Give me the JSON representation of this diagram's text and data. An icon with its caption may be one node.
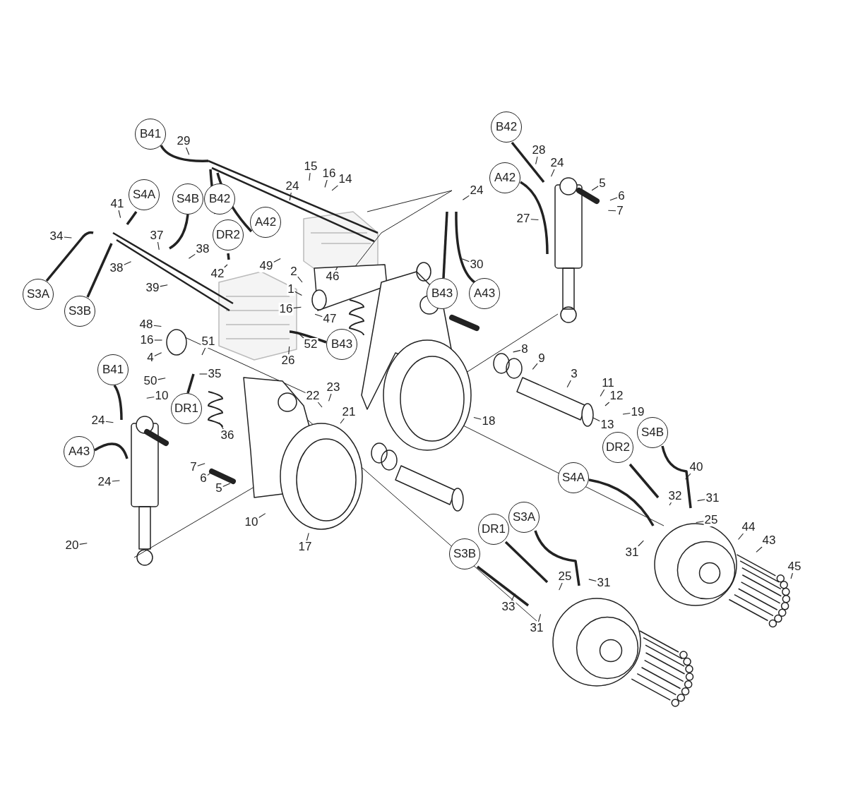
{
  "diagram": {
    "nodes": [
      {
        "text": [
          "B41"
        ]
      },
      {
        "text": [
          "B42"
        ]
      },
      {
        "text": [
          "S4A"
        ]
      },
      {
        "text": [
          "S4B"
        ]
      },
      {
        "text": [
          "B42"
        ]
      },
      {
        "text": [
          "A42"
        ]
      },
      {
        "text": [
          "A42"
        ]
      },
      {
        "text": [
          "DR2"
        ]
      },
      {
        "text": [
          "S3A"
        ]
      },
      {
        "text": [
          "S3B"
        ]
      },
      {
        "text": [
          "B43"
        ]
      },
      {
        "text": [
          "A43"
        ]
      },
      {
        "text": [
          "B43"
        ]
      },
      {
        "text": [
          "B41"
        ]
      },
      {
        "text": [
          "DR1"
        ]
      },
      {
        "text": [
          "A43"
        ]
      },
      {
        "text": [
          "DR2"
        ]
      },
      {
        "text": [
          "S4B"
        ]
      },
      {
        "text": [
          "S4A"
        ]
      },
      {
        "text": [
          "S3A"
        ]
      },
      {
        "text": [
          "DR1"
        ]
      },
      {
        "text": [
          "S3B"
        ]
      },
      {
        "text": [
          "29"
        ]
      },
      {
        "text": [
          "15"
        ]
      },
      {
        "text": [
          "16"
        ]
      },
      {
        "text": [
          "14"
        ]
      },
      {
        "text": [
          "24"
        ]
      },
      {
        "text": [
          "28"
        ]
      },
      {
        "text": [
          "24"
        ]
      },
      {
        "text": [
          "24"
        ]
      },
      {
        "text": [
          "5"
        ]
      },
      {
        "text": [
          "6"
        ]
      },
      {
        "text": [
          "7"
        ]
      },
      {
        "text": [
          "41"
        ]
      },
      {
        "text": [
          "34"
        ]
      },
      {
        "text": [
          "37"
        ]
      },
      {
        "text": [
          "27"
        ]
      },
      {
        "text": [
          "38"
        ]
      },
      {
        "text": [
          "38"
        ]
      },
      {
        "text": [
          "49"
        ]
      },
      {
        "text": [
          "30"
        ]
      },
      {
        "text": [
          "42"
        ]
      },
      {
        "text": [
          "2"
        ]
      },
      {
        "text": [
          "46"
        ]
      },
      {
        "text": [
          "39"
        ]
      },
      {
        "text": [
          "1"
        ]
      },
      {
        "text": [
          "16"
        ]
      },
      {
        "text": [
          "47"
        ]
      },
      {
        "text": [
          "48"
        ]
      },
      {
        "text": [
          "16"
        ]
      },
      {
        "text": [
          "52"
        ]
      },
      {
        "text": [
          "4"
        ]
      },
      {
        "text": [
          "51"
        ]
      },
      {
        "text": [
          "26"
        ]
      },
      {
        "text": [
          "8"
        ]
      },
      {
        "text": [
          "9"
        ]
      },
      {
        "text": [
          "50"
        ]
      },
      {
        "text": [
          "35"
        ]
      },
      {
        "text": [
          "3"
        ]
      },
      {
        "text": [
          "11"
        ]
      },
      {
        "text": [
          "12"
        ]
      },
      {
        "text": [
          "19"
        ]
      },
      {
        "text": [
          "13"
        ]
      },
      {
        "text": [
          "18"
        ]
      },
      {
        "text": [
          "22"
        ]
      },
      {
        "text": [
          "23"
        ]
      },
      {
        "text": [
          "21"
        ]
      },
      {
        "text": [
          "10"
        ]
      },
      {
        "text": [
          "36"
        ]
      },
      {
        "text": [
          "24"
        ]
      },
      {
        "text": [
          "7"
        ]
      },
      {
        "text": [
          "6"
        ]
      },
      {
        "text": [
          "5"
        ]
      },
      {
        "text": [
          "24"
        ]
      },
      {
        "text": [
          "10"
        ]
      },
      {
        "text": [
          "17"
        ]
      },
      {
        "text": [
          "20"
        ]
      },
      {
        "text": [
          "40"
        ]
      },
      {
        "text": [
          "32"
        ]
      },
      {
        "text": [
          "31"
        ]
      },
      {
        "text": [
          "25"
        ]
      },
      {
        "text": [
          "31"
        ]
      },
      {
        "text": [
          "44"
        ]
      },
      {
        "text": [
          "43"
        ]
      },
      {
        "text": [
          "45"
        ]
      },
      {
        "text": [
          "25"
        ]
      },
      {
        "text": [
          "31"
        ]
      },
      {
        "text": [
          "33"
        ]
      },
      {
        "text": [
          "31"
        ]
      }
    ],
    "edges": [
      {
        "from": 22,
        "to": null,
        "arrow": "none"
      },
      {
        "from": 23,
        "to": null,
        "arrow": "none"
      },
      {
        "from": 24,
        "to": null,
        "arrow": "none"
      },
      {
        "from": 25,
        "to": null,
        "arrow": "none"
      },
      {
        "from": 26,
        "to": null,
        "arrow": "none"
      },
      {
        "from": 27,
        "to": null,
        "arrow": "none"
      },
      {
        "from": 28,
        "to": null,
        "arrow": "none"
      },
      {
        "from": 29,
        "to": null,
        "arrow": "none"
      },
      {
        "from": 30,
        "to": null,
        "arrow": "none"
      },
      {
        "from": 31,
        "to": null,
        "arrow": "none"
      },
      {
        "from": 32,
        "to": null,
        "arrow": "none"
      },
      {
        "from": 33,
        "to": null,
        "arrow": "none"
      },
      {
        "from": 34,
        "to": null,
        "arrow": "none"
      },
      {
        "from": 35,
        "to": null,
        "arrow": "none"
      },
      {
        "from": 36,
        "to": null,
        "arrow": "none"
      },
      {
        "from": 37,
        "to": null,
        "arrow": "none"
      },
      {
        "from": 38,
        "to": null,
        "arrow": "none"
      },
      {
        "from": 39,
        "to": null,
        "arrow": "none"
      },
      {
        "from": 40,
        "to": null,
        "arrow": "none"
      },
      {
        "from": 41,
        "to": null,
        "arrow": "none"
      },
      {
        "from": 42,
        "to": null,
        "arrow": "none"
      },
      {
        "from": 43,
        "to": null,
        "arrow": "none"
      },
      {
        "from": 44,
        "to": null,
        "arrow": "none"
      },
      {
        "from": 45,
        "to": null,
        "arrow": "none"
      },
      {
        "from": 46,
        "to": null,
        "arrow": "none"
      },
      {
        "from": 47,
        "to": null,
        "arrow": "none"
      },
      {
        "from": 48,
        "to": null,
        "arrow": "none"
      },
      {
        "from": 49,
        "to": null,
        "arrow": "none"
      },
      {
        "from": 50,
        "to": null,
        "arrow": "none"
      },
      {
        "from": 51,
        "to": null,
        "arrow": "none"
      },
      {
        "from": 52,
        "to": null,
        "arrow": "none"
      },
      {
        "from": 53,
        "to": null,
        "arrow": "none"
      },
      {
        "from": 54,
        "to": null,
        "arrow": "none"
      },
      {
        "from": 55,
        "to": null,
        "arrow": "none"
      },
      {
        "from": 56,
        "to": null,
        "arrow": "none"
      },
      {
        "from": 57,
        "to": null,
        "arrow": "none"
      },
      {
        "from": 58,
        "to": null,
        "arrow": "none"
      },
      {
        "from": 59,
        "to": null,
        "arrow": "none"
      },
      {
        "from": 60,
        "to": null,
        "arrow": "none"
      },
      {
        "from": 61,
        "to": null,
        "arrow": "none"
      },
      {
        "from": 62,
        "to": null,
        "arrow": "none"
      },
      {
        "from": 63,
        "to": null,
        "arrow": "none"
      },
      {
        "from": 64,
        "to": null,
        "arrow": "none"
      },
      {
        "from": 65,
        "to": null,
        "arrow": "none"
      },
      {
        "from": 66,
        "to": null,
        "arrow": "none"
      },
      {
        "from": 67,
        "to": null,
        "arrow": "none"
      },
      {
        "from": 68,
        "to": null,
        "arrow": "none"
      },
      {
        "from": 69,
        "to": null,
        "arrow": "none"
      },
      {
        "from": 70,
        "to": null,
        "arrow": "none"
      },
      {
        "from": 71,
        "to": null,
        "arrow": "none"
      },
      {
        "from": 72,
        "to": null,
        "arrow": "none"
      },
      {
        "from": 73,
        "to": null,
        "arrow": "none"
      },
      {
        "from": 74,
        "to": null,
        "arrow": "none"
      },
      {
        "from": 75,
        "to": null,
        "arrow": "none"
      },
      {
        "from": 76,
        "to": null,
        "arrow": "none"
      },
      {
        "from": 77,
        "to": null,
        "arrow": "none"
      },
      {
        "from": 78,
        "to": null,
        "arrow": "none"
      },
      {
        "from": 79,
        "to": null,
        "arrow": "none"
      },
      {
        "from": 80,
        "to": null,
        "arrow": "none"
      },
      {
        "from": 81,
        "to": null,
        "arrow": "none"
      },
      {
        "from": 82,
        "to": null,
        "arrow": "none"
      },
      {
        "from": 83,
        "to": null,
        "arrow": "none"
      },
      {
        "from": 84,
        "to": null,
        "arrow": "none"
      },
      {
        "from": 85,
        "to": null,
        "arrow": "none"
      },
      {
        "from": 86,
        "to": null,
        "arrow": "none"
      },
      {
        "from": 87,
        "to": null,
        "arrow": "none"
      },
      {
        "from": 88,
        "to": null,
        "arrow": "none"
      }
    ]
  }
}
